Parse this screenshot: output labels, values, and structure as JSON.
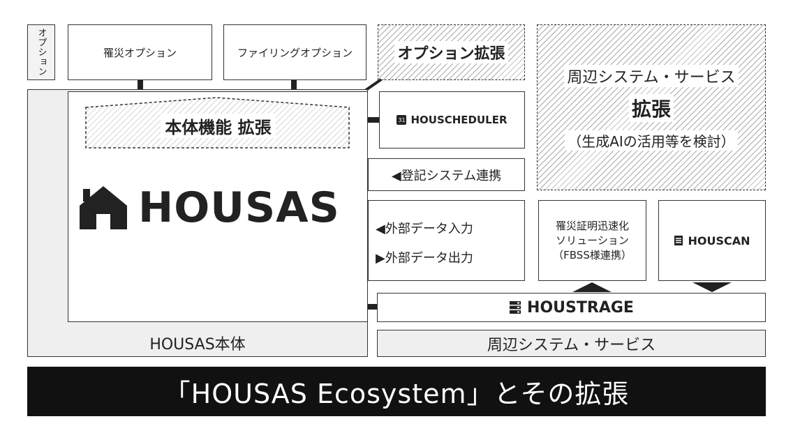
{
  "option_tab": "オプション",
  "options": {
    "disaster": "罹災オプション",
    "filing": "ファイリングオプション",
    "extension": "オプション拡張"
  },
  "core": {
    "extension_label": "本体機能 拡張",
    "logo_text": "HOUSAS",
    "footer_label": "HOUSAS本体"
  },
  "peripheral": {
    "extension": {
      "line1": "周辺システム・サービス",
      "line2": "拡張",
      "line3": "（生成AIの活用等を検討）"
    },
    "houscheduler": "HOUSCHEDULER",
    "registry": "◀登記システム連携",
    "ext_in": "◀外部データ入力",
    "ext_out": "▶外部データ出力",
    "fbss": {
      "line1": "罹災証明迅速化",
      "line2": "ソリューション",
      "line3": "（FBSS様連携）"
    },
    "houscan": "HOUSCAN",
    "houstrage": "HOUSTRAGE",
    "footer_label": "周辺システム・サービス"
  },
  "banner": "「HOUSAS Ecosystem」とその拡張",
  "icons": [
    "house-icon",
    "calendar-icon",
    "document-icon",
    "server-icon"
  ]
}
